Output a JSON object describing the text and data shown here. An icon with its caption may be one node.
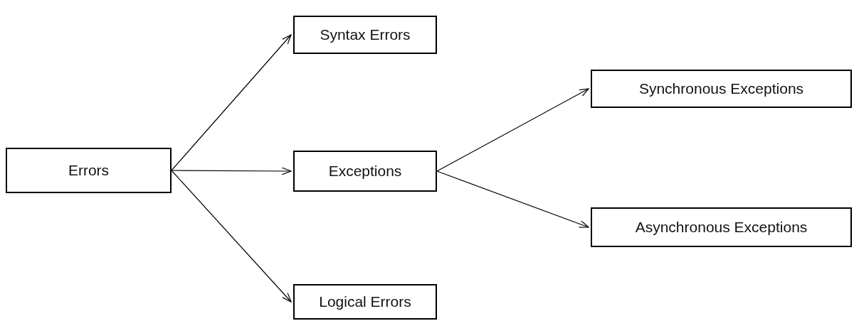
{
  "diagram": {
    "nodes": [
      {
        "text": [
          "Errors"
        ]
      },
      {
        "text": [
          "Syntax Errors"
        ]
      },
      {
        "text": [
          "Exceptions"
        ]
      },
      {
        "text": [
          "Logical Errors"
        ]
      },
      {
        "text": [
          "Synchronous Exceptions"
        ]
      },
      {
        "text": [
          "Asynchronous Exceptions"
        ]
      }
    ],
    "edges": [
      {
        "from": 0,
        "to": 1,
        "arrow": "to"
      },
      {
        "from": 0,
        "to": 2,
        "arrow": "to"
      },
      {
        "from": 0,
        "to": 3,
        "arrow": "to"
      },
      {
        "from": 2,
        "to": 4,
        "arrow": "to"
      },
      {
        "from": 2,
        "to": 5,
        "arrow": "to"
      }
    ]
  }
}
